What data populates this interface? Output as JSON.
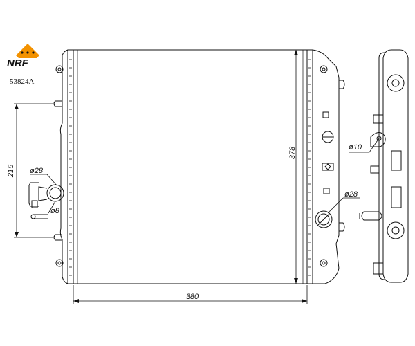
{
  "logo": {
    "brand": "NRF",
    "colors": {
      "orange": "#F39200",
      "dark": "#111111"
    }
  },
  "part_number": "53824A",
  "dimensions": {
    "width": "380",
    "height": "378",
    "side_height": "215",
    "inlet_diameter": "ø28",
    "outlet_diameter": "ø28",
    "sensor_diameter": "ø8",
    "mount_diameter": "ø10"
  }
}
